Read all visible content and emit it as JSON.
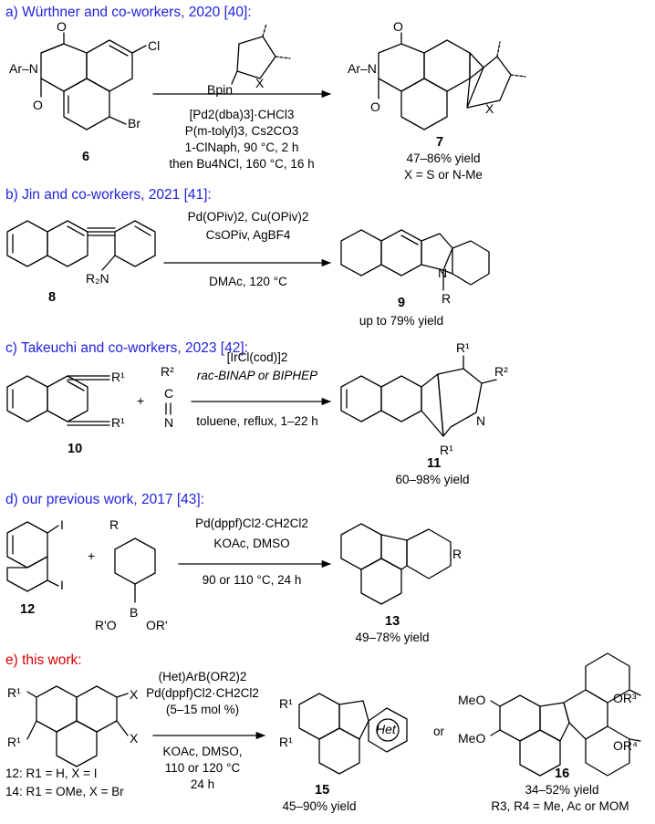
{
  "sections": [
    {
      "header": "a) Würthner and co-workers, 2020 [40]:",
      "header_color": "#2222dd",
      "reactant_label": "6",
      "reagent_label": "Bpin",
      "conditions": [
        "[Pd2(dba)3]·CHCl3",
        "P(m-tolyl)3, Cs2CO3",
        "1-ClNaph, 90 °C, 2 h",
        "then Bu4NCl, 160 °C, 16 h"
      ],
      "product_label": "7",
      "product_captions": [
        "47–86% yield",
        "X = S or N-Me"
      ]
    },
    {
      "header": "b) Jin and co-workers, 2021 [41]:",
      "header_color": "#2222dd",
      "reactant_label": "8",
      "conditions": [
        "Pd(OPiv)2, Cu(OPiv)2",
        "CsOPiv, AgBF4",
        "DMAc, 120 °C"
      ],
      "product_label": "9",
      "product_captions": [
        "up to 79% yield"
      ]
    },
    {
      "header": "c) Takeuchi and co-workers, 2023 [42]:",
      "header_color": "#2222dd",
      "reactant_label": "10",
      "conditions": [
        "[IrCl(cod)]2",
        "rac-BINAP or BIPHEP",
        "toluene, reflux, 1–22 h"
      ],
      "product_label": "11",
      "product_captions": [
        "60–98% yield"
      ]
    },
    {
      "header": "d) our previous work, 2017 [43]:",
      "header_color": "#2222dd",
      "reactant_label": "12",
      "conditions": [
        "Pd(dppf)Cl2·CH2Cl2",
        "KOAc, DMSO",
        "90 or 110 °C, 24 h"
      ],
      "product_label": "13",
      "product_captions": [
        "49–78% yield"
      ]
    },
    {
      "header": "e) this work:",
      "header_color": "#dd0000",
      "conditions": [
        "(Het)ArB(OR2)2",
        "Pd(dppf)Cl2·CH2Cl2",
        "(5–15 mol %)",
        "KOAc, DMSO,",
        "110 or 120 °C",
        "24 h"
      ],
      "reactant_captions": [
        "12: R1 = H, X = I",
        "14: R1 = OMe, X = Br"
      ],
      "product_label": "15",
      "product_captions": [
        "45–90% yield"
      ],
      "or_text": "or",
      "product2_label": "16",
      "product2_captions": [
        "34–52% yield",
        "R3, R4 = Me, Ac or MOM"
      ]
    }
  ]
}
